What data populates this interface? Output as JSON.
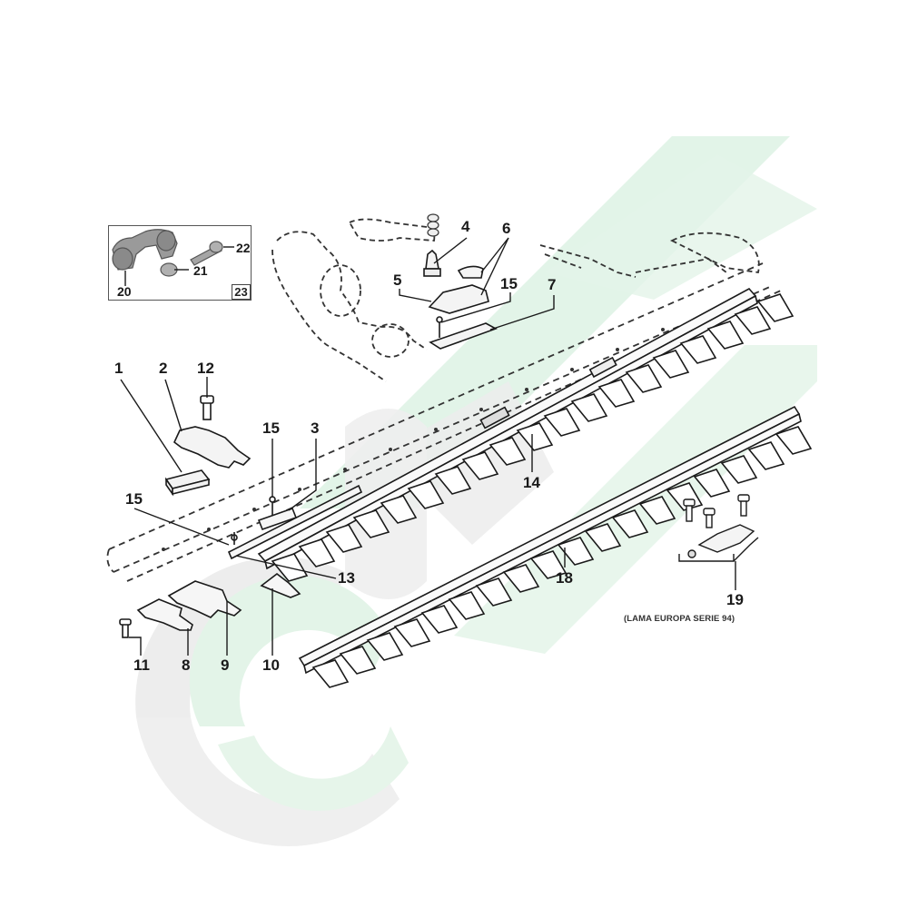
{
  "diagram": {
    "type": "exploded-parts-diagram",
    "subject": "mower cutter bar assembly",
    "colors": {
      "line": "#1a1a1a",
      "dashed_outline": "#333333",
      "watermark_green": "#dff3e6",
      "watermark_gray": "#ececec",
      "part_fill": "#f4f4f4",
      "inset_part_fill": "#9a9a9a"
    },
    "inset": {
      "tag": "23",
      "callouts": [
        {
          "id": "20",
          "label": "20"
        },
        {
          "id": "21",
          "label": "21"
        },
        {
          "id": "22",
          "label": "22"
        }
      ]
    },
    "callouts": [
      {
        "id": "1",
        "label": "1"
      },
      {
        "id": "2",
        "label": "2"
      },
      {
        "id": "3",
        "label": "3"
      },
      {
        "id": "4",
        "label": "4"
      },
      {
        "id": "5",
        "label": "5"
      },
      {
        "id": "6",
        "label": "6"
      },
      {
        "id": "7",
        "label": "7"
      },
      {
        "id": "8",
        "label": "8"
      },
      {
        "id": "9",
        "label": "9"
      },
      {
        "id": "10",
        "label": "10"
      },
      {
        "id": "11",
        "label": "11"
      },
      {
        "id": "12",
        "label": "12"
      },
      {
        "id": "13",
        "label": "13"
      },
      {
        "id": "14",
        "label": "14"
      },
      {
        "id": "15a",
        "label": "15"
      },
      {
        "id": "15b",
        "label": "15"
      },
      {
        "id": "15c",
        "label": "15"
      },
      {
        "id": "18",
        "label": "18"
      },
      {
        "id": "19",
        "label": "19"
      }
    ],
    "notes": {
      "part_19_note": "(LAMA EUROPA SERIE 94)"
    }
  }
}
